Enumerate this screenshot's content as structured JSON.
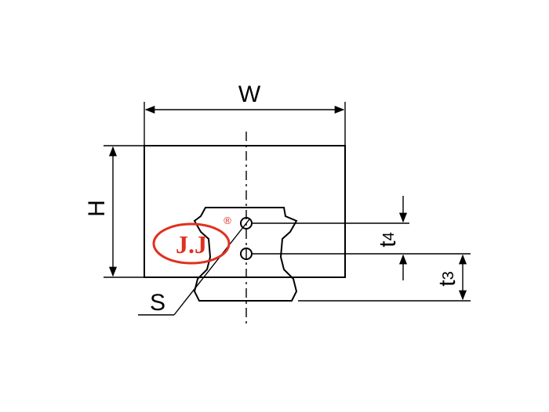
{
  "labels": {
    "width": "W",
    "height": "H",
    "screw": "S",
    "t4": {
      "main": "t",
      "sub": "4"
    },
    "t3": {
      "main": "t",
      "sub": "3"
    }
  },
  "logo": {
    "text": "J.J",
    "registered": "®",
    "color": "#e0301e"
  }
}
